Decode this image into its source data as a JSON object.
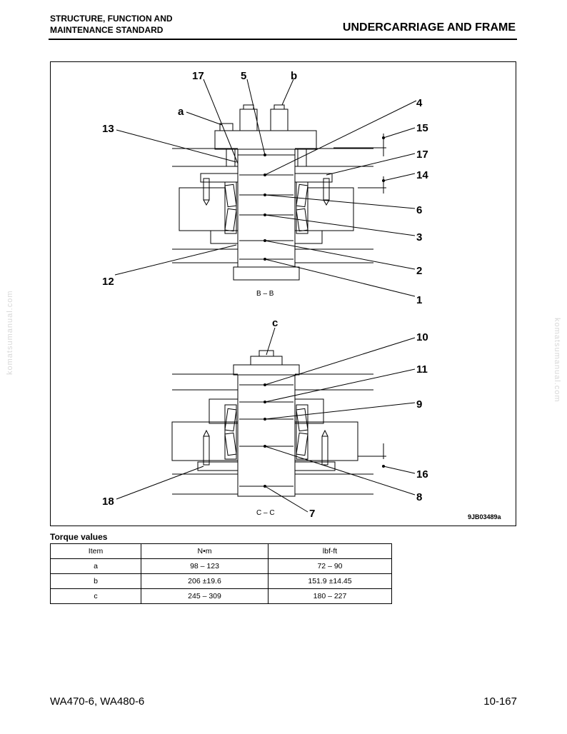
{
  "header": {
    "left_line1": "STRUCTURE, FUNCTION AND",
    "left_line2": "MAINTENANCE STANDARD",
    "right": "UNDERCARRIAGE AND FRAME"
  },
  "figure": {
    "id": "9JB03489a",
    "section_bb": "B – B",
    "section_cc": "C – C",
    "labels": {
      "l17_top": "17",
      "l5": "5",
      "lb": "b",
      "la": "a",
      "l13": "13",
      "l4": "4",
      "l15": "15",
      "l17_right": "17",
      "l14": "14",
      "l6": "6",
      "l3": "3",
      "l2": "2",
      "l12": "12",
      "l1": "1",
      "lc": "c",
      "l10": "10",
      "l11": "11",
      "l9": "9",
      "l16": "16",
      "l8": "8",
      "l18": "18",
      "l7": "7"
    }
  },
  "torque": {
    "title": "Torque values",
    "headers": [
      "Item",
      "N•m",
      "lbf-ft"
    ],
    "rows": [
      [
        "a",
        "98 – 123",
        "72 – 90"
      ],
      [
        "b",
        "206 ±19.6",
        "151.9 ±14.45"
      ],
      [
        "c",
        "245 – 309",
        "180 – 227"
      ]
    ]
  },
  "watermark": "komatsumanual.com",
  "footer": {
    "model": "WA470-6, WA480-6",
    "page": "10-167"
  }
}
